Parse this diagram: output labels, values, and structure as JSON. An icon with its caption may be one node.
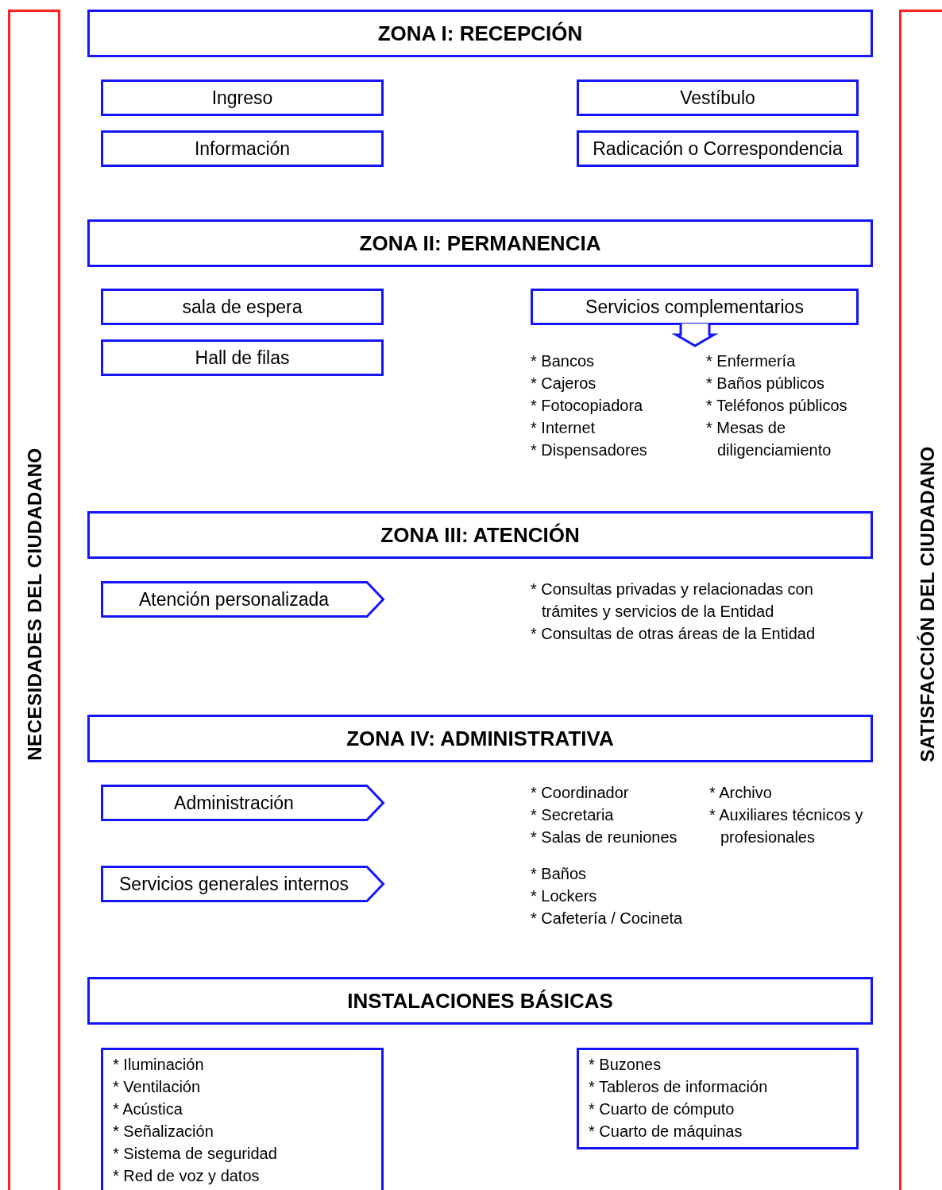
{
  "diagram": {
    "nodes": [
      {
        "text": [
          "NECESIDADES DEL CIUDADANO"
        ]
      },
      {
        "text": [
          "SATISFACCIÓN DEL CIUDADANO"
        ]
      },
      {
        "text": [
          "ZONA I: RECEPCIÓN"
        ]
      },
      {
        "text": [
          "Ingreso"
        ]
      },
      {
        "text": [
          "Vestíbulo"
        ]
      },
      {
        "text": [
          "Información"
        ]
      },
      {
        "text": [
          "Radicación o Correspondencia"
        ]
      },
      {
        "text": [
          "ZONA II: PERMANENCIA"
        ]
      },
      {
        "text": [
          "sala de espera"
        ]
      },
      {
        "text": [
          "Servicios complementarios"
        ]
      },
      {
        "text": [
          "Hall de filas"
        ]
      },
      {
        "text": [
          "* Bancos",
          "* Cajeros",
          "* Fotocopiadora",
          "* Internet",
          "* Dispensadores",
          "* Enfermería",
          "* Baños públicos",
          "* Teléfonos públicos",
          "* Mesas de diligenciamiento"
        ]
      },
      {
        "text": [
          "ZONA III: ATENCIÓN"
        ]
      },
      {
        "text": [
          "Atención personalizada"
        ]
      },
      {
        "text": [
          "ZONA IV: ADMINISTRATIVA"
        ]
      },
      {
        "text": [
          "Administración"
        ]
      },
      {
        "text": [
          "Servicios generales internos"
        ]
      },
      {
        "text": [
          "INSTALACIONES BÁSICAS"
        ]
      },
      {
        "text": [
          "* Iluminación",
          "* Ventilación",
          "* Acústica",
          "* Señalización",
          "* Sistema de seguridad",
          "* Red de voz y datos"
        ]
      },
      {
        "text": [
          "* Buzones",
          "* Tableros de información",
          "* Cuarto de cómputo",
          "* Cuarto de máquinas"
        ]
      }
    ],
    "edges": [
      {
        "from": 9,
        "to": 11,
        "arrow": "to"
      }
    ],
    "labels": [
      "* Consultas privadas y relacionadas con trámites y servicios de la Entidad",
      "* Consultas de otras áreas de la Entidad",
      "* Coordinador",
      "* Archivo",
      "* Secretaria",
      "* Auxiliares técnicos y profesionales",
      "* Salas de reuniones",
      "* Baños",
      "* Lockers",
      "* Cafetería / Cocineta"
    ]
  }
}
